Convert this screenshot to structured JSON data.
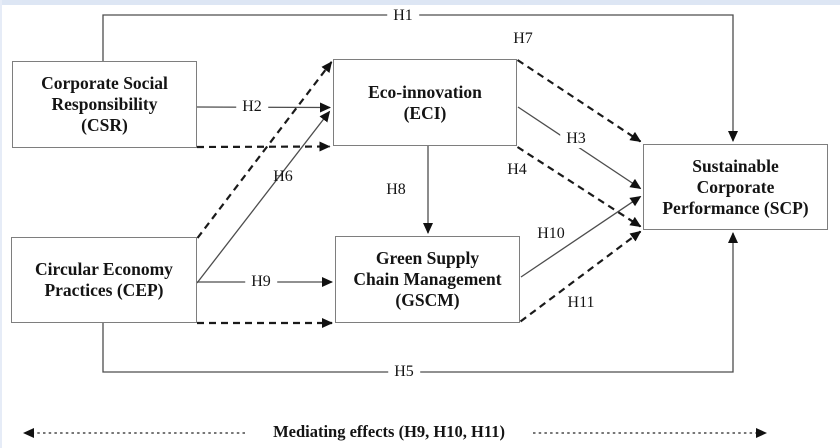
{
  "nodes": {
    "csr": {
      "lines": [
        "Corporate Social",
        "Responsibility",
        "(CSR)"
      ]
    },
    "eci": {
      "lines": [
        "Eco-innovation",
        "(ECI)"
      ]
    },
    "cep": {
      "lines": [
        "Circular Economy",
        "Practices (CEP)"
      ]
    },
    "gscm": {
      "lines": [
        "Green Supply",
        "Chain Management",
        "(GSCM)"
      ]
    },
    "scp": {
      "lines": [
        "Sustainable",
        "Corporate",
        "Performance (SCP)"
      ]
    }
  },
  "hypotheses": {
    "h1": "H1",
    "h2": "H2",
    "h3": "H3",
    "h4": "H4",
    "h5": "H5",
    "h6": "H6",
    "h7": "H7",
    "h8": "H8",
    "h9": "H9",
    "h10": "H10",
    "h11": "H11"
  },
  "legend": {
    "label": "Mediating effects (H9, H10, H11)"
  },
  "edges": [
    {
      "label": "H1",
      "from": "CSR",
      "to": "SCP",
      "style": "solid"
    },
    {
      "label": "H2",
      "from": "CSR",
      "to": "ECI",
      "style": "solid"
    },
    {
      "label": "H3",
      "from": "ECI",
      "to": "SCP",
      "style": "solid"
    },
    {
      "label": "H4",
      "from": "ECI",
      "to": "SCP",
      "style": "dashed"
    },
    {
      "label": "H5",
      "from": "CEP",
      "to": "SCP",
      "style": "solid"
    },
    {
      "label": "H6",
      "from": "CEP",
      "to": "ECI",
      "style": "solid"
    },
    {
      "label": "H7",
      "from": "ECI",
      "to": "SCP",
      "style": "dashed"
    },
    {
      "label": "H8",
      "from": "ECI",
      "to": "GSCM",
      "style": "solid"
    },
    {
      "label": "H9",
      "from": "CEP",
      "to": "GSCM",
      "style": "solid"
    },
    {
      "label": "H10",
      "from": "GSCM",
      "to": "SCP",
      "style": "solid"
    },
    {
      "label": "H11",
      "from": "GSCM",
      "to": "SCP",
      "style": "dashed"
    },
    {
      "label": "",
      "from": "CSR",
      "to": "ECI",
      "style": "dashed"
    },
    {
      "label": "",
      "from": "CEP",
      "to": "ECI",
      "style": "dashed"
    },
    {
      "label": "",
      "from": "CEP",
      "to": "GSCM",
      "style": "dashed"
    }
  ],
  "colors": {
    "solid_line": "#4d4d4d",
    "dashed_line": "#1a1a1a",
    "box_border": "#7e7e7e",
    "text": "#141414",
    "top_tint": "#dde6f4"
  }
}
